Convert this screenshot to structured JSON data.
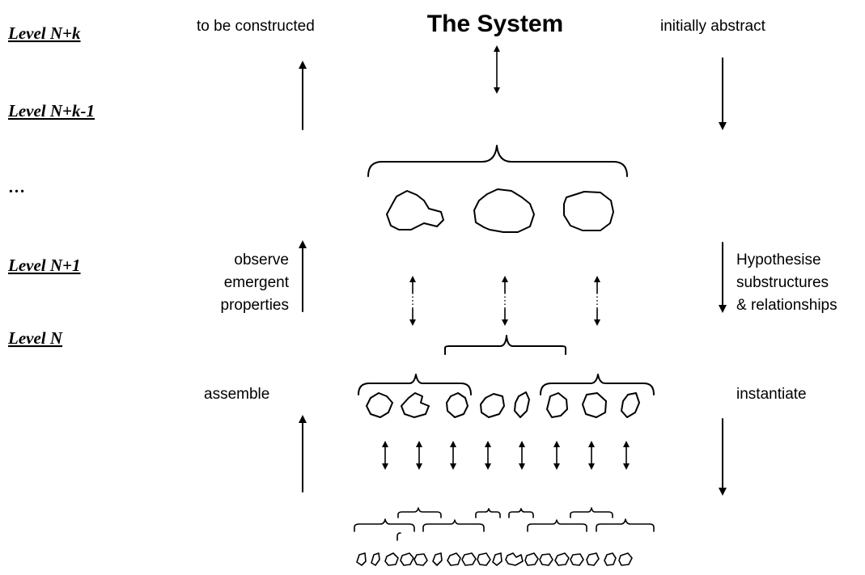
{
  "levels": {
    "top": "Level N+k",
    "below_top": "Level N+k-1",
    "ellipsis": "…",
    "plus_one": "Level N+1",
    "base": "Level N"
  },
  "title": "The System",
  "left_labels": {
    "top": "to be constructed",
    "middle_lines": [
      "observe",
      "emergent",
      "properties"
    ],
    "bottom": "assemble"
  },
  "right_labels": {
    "top": "initially abstract",
    "middle_lines": [
      "Hypothesise",
      "substructures",
      "& relationships"
    ],
    "bottom": "instantiate"
  }
}
